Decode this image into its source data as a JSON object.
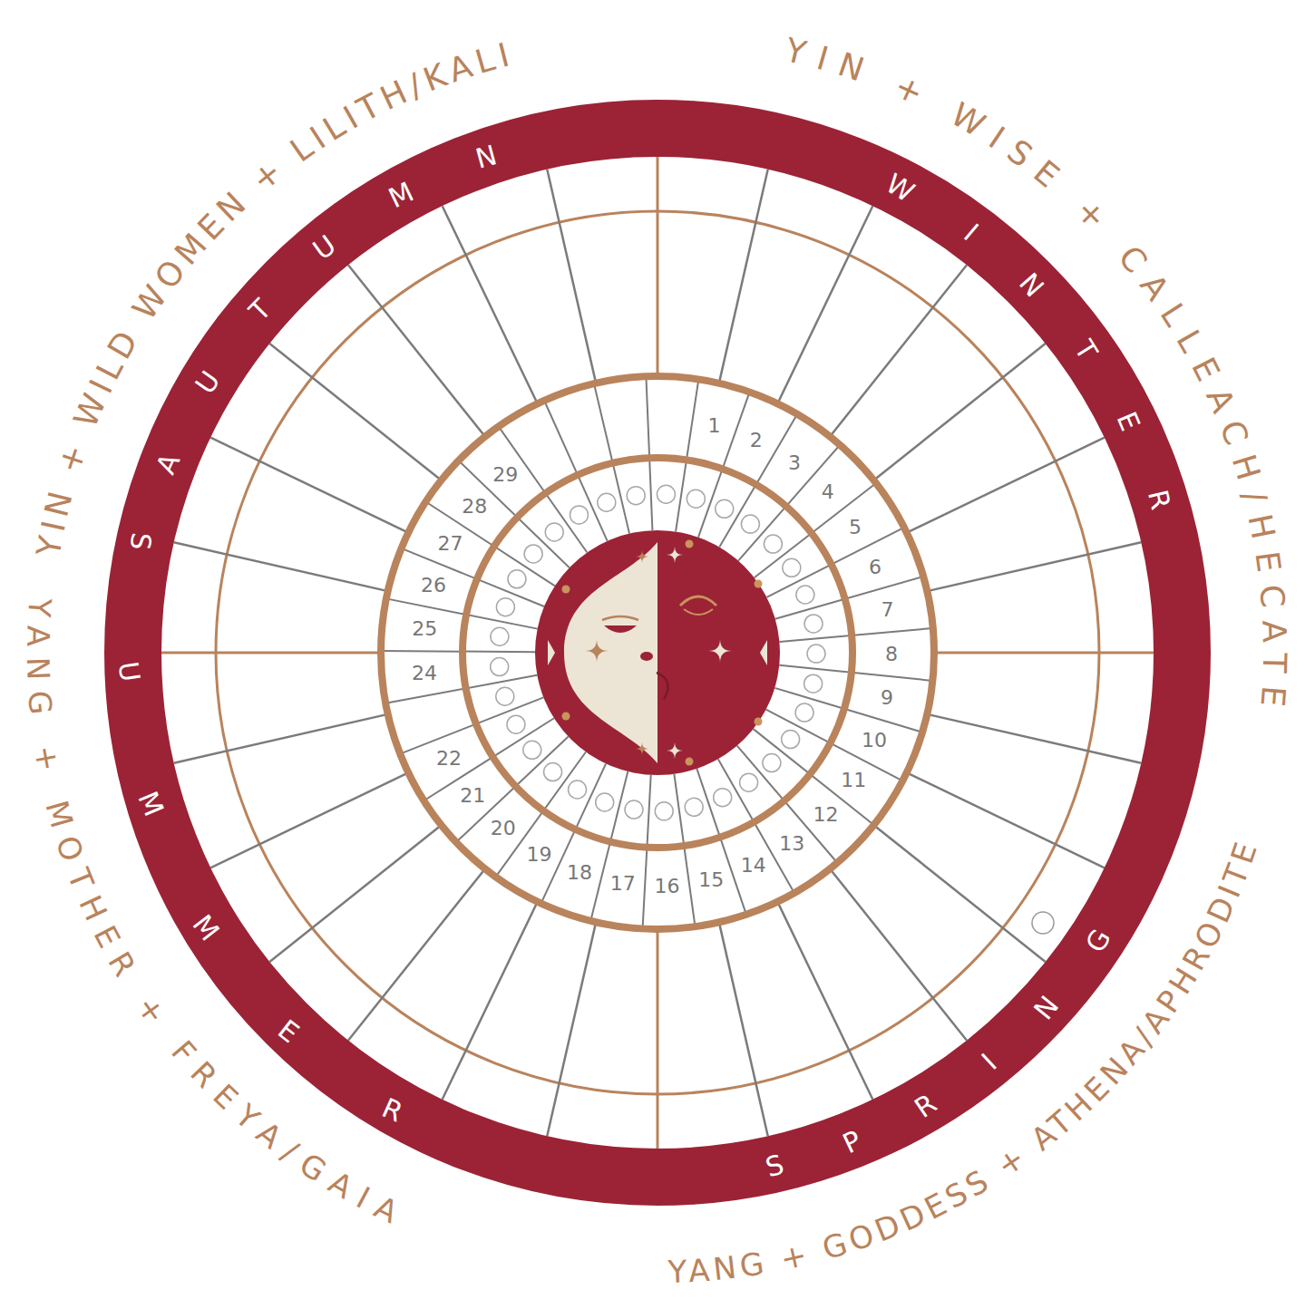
{
  "diagram": {
    "nodes": [
      {
        "text": [
          "AUTUMN",
          "WINTER",
          "SUMMER",
          "SPRING"
        ]
      },
      {
        "text": [
          "1",
          "2",
          "3",
          "4",
          "5",
          "6",
          "7",
          "8",
          "9",
          "10",
          "11",
          "12",
          "13",
          "14",
          "15",
          "16",
          "17",
          "18",
          "19",
          "20",
          "21",
          "22",
          "24",
          "25",
          "26",
          "27",
          "28",
          "29"
        ]
      }
    ],
    "labels": [
      "YIN + WILD WOMEN + LILITH/KALI",
      "YIN + WISE + CALLEACH/HECATE",
      "YANG + MOTHER + FREYA/GAIA",
      "YANG + GODDESS + ATHENA/APHRODITE"
    ]
  }
}
